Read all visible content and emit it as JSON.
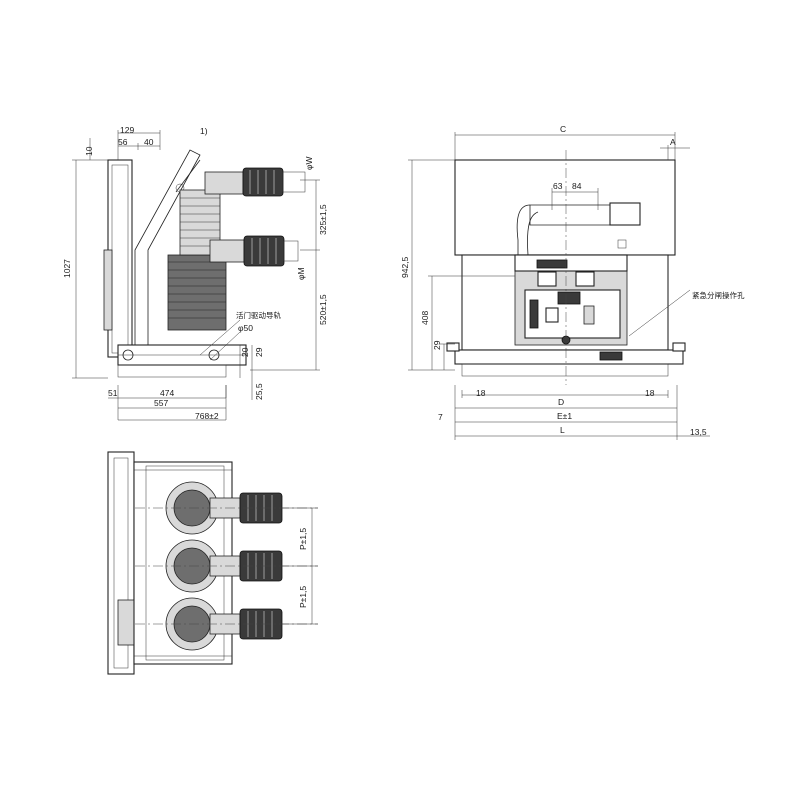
{
  "side_view": {
    "dims": {
      "d129": "129",
      "d56": "56",
      "d40": "40",
      "d10": "10",
      "d1027": "1027",
      "note1": "1)",
      "phiW": "φW",
      "d325": "325±1,5",
      "phiM": "φM",
      "d520": "520±1,5",
      "label_guide": "活门驱动导轨",
      "phi50": "φ50",
      "d20": "20",
      "d29": "29",
      "d25_5": "25,5",
      "d51": "51",
      "d474": "474",
      "d557": "557",
      "d768": "768±2"
    }
  },
  "front_view": {
    "dims": {
      "C": "C",
      "A": "A",
      "d63": "63",
      "d84": "84",
      "d942": "942,5",
      "d408": "408",
      "d29": "29",
      "label_emergency": "紧急分闸操作孔",
      "d18a": "18",
      "d18b": "18",
      "D": "D",
      "d7": "7",
      "E": "E±1",
      "L": "L",
      "d13_5": "13,5"
    }
  },
  "top_view": {
    "dims": {
      "P1": "P±1,5",
      "P2": "P±1,5"
    }
  }
}
